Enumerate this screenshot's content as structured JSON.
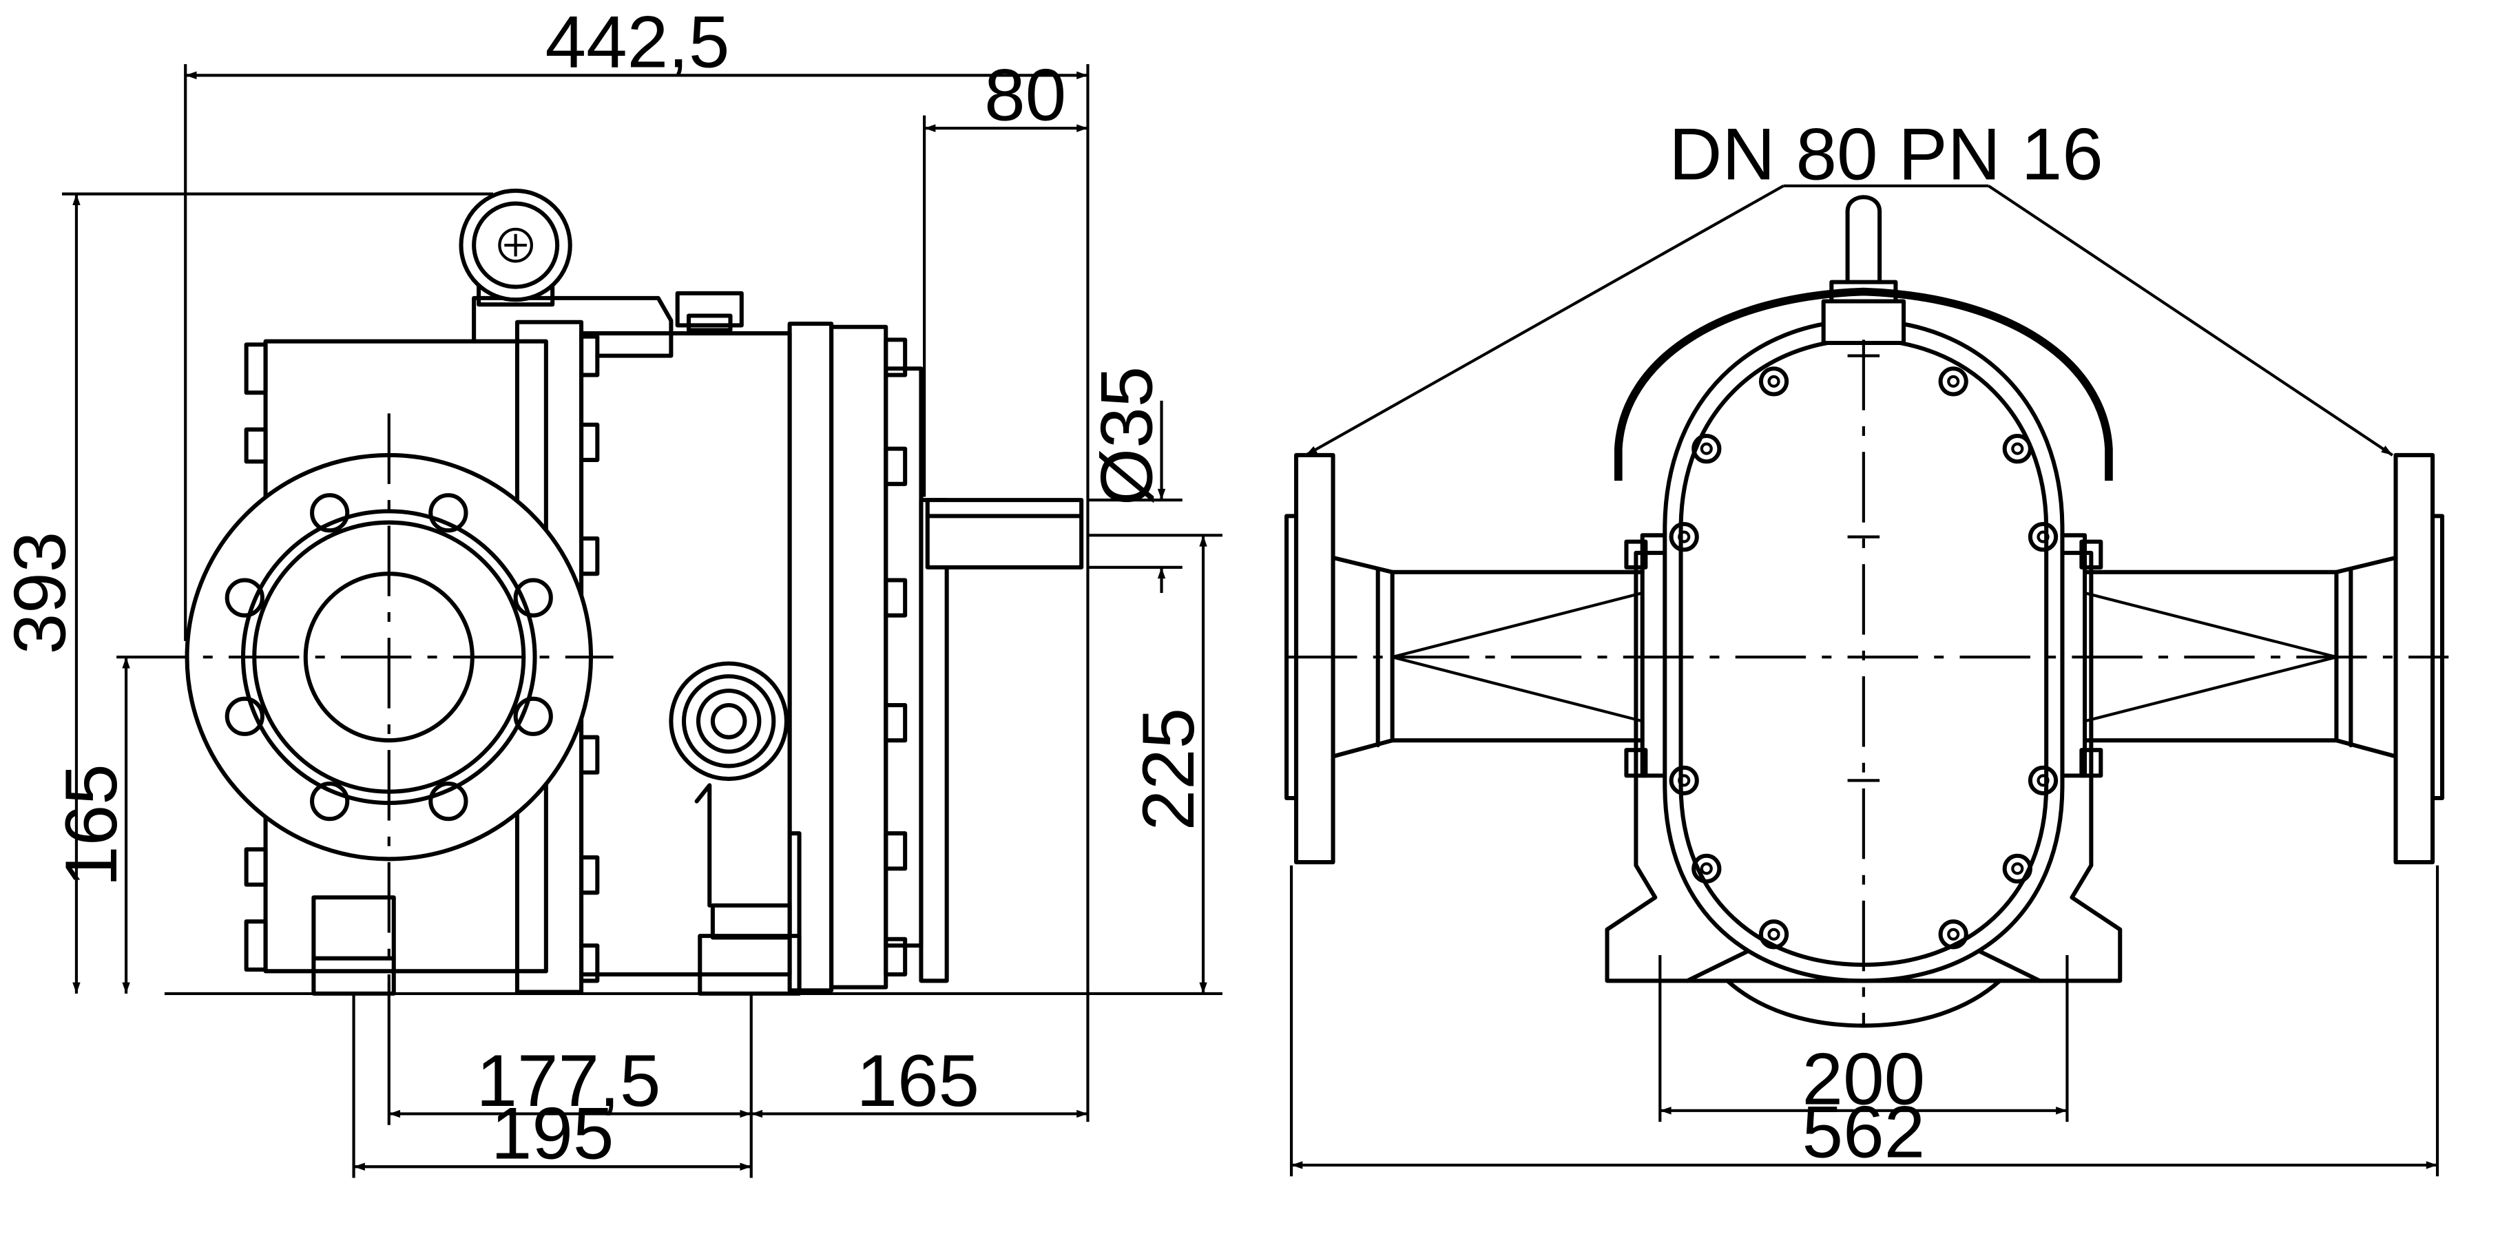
{
  "side_view": {
    "dims": {
      "overall_length": "442,5",
      "shaft_projection": "80",
      "shaft_diameter": "Ø35",
      "overall_height": "393",
      "inlet_height": "165",
      "shaft_height": "225",
      "flange_to_foot": "177,5",
      "foot_to_shaft_end": "165",
      "foot_spacing": "195"
    }
  },
  "front_view": {
    "flange_label": "DN 80 PN 16",
    "dims": {
      "foot_hole_spacing": "200",
      "overall_width": "562"
    }
  }
}
